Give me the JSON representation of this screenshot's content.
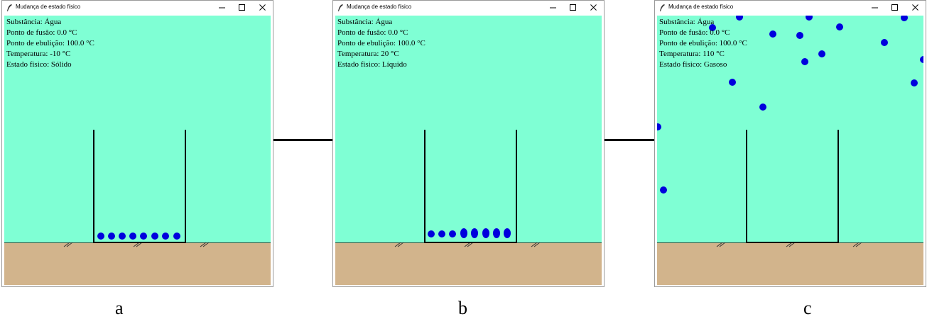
{
  "colors": {
    "canvas_bg": "#7fffd4",
    "ground": "#d2b48c",
    "particle": "#0000dd",
    "beaker": "#000000"
  },
  "icons": {
    "app": "feather-icon",
    "minimize": "minimize-icon",
    "maximize": "maximize-icon",
    "close": "close-icon"
  },
  "panels": [
    {
      "id": "a",
      "window_title": "Mudança de estado físico",
      "info": {
        "substance": "Substância:  Água",
        "melting_point": "Ponto de fusão: 0.0 °C",
        "boiling_point": "Ponto de ebulição: 100.0 °C",
        "temperature": "Temperatura: -10 °C",
        "state": "Estado físico: Sólido"
      },
      "caption": "a"
    },
    {
      "id": "b",
      "window_title": "Mudança de estado físico",
      "info": {
        "substance": "Substância:  Água",
        "melting_point": "Ponto de fusão: 0.0 °C",
        "boiling_point": "Ponto de ebulição: 100.0 °C",
        "temperature": "Temperatura: 20 °C",
        "state": "Estado físico: Líquido"
      },
      "caption": "b"
    },
    {
      "id": "c",
      "window_title": "Mudança de estado físico",
      "info": {
        "substance": "Substância:  Água",
        "melting_point": "Ponto de fusão: 0.0 °C",
        "boiling_point": "Ponto de ebulição: 100.0 °C",
        "temperature": "Temperatura: 110 °C",
        "state": "Estado físico: Gasoso"
      },
      "caption": "c"
    }
  ]
}
